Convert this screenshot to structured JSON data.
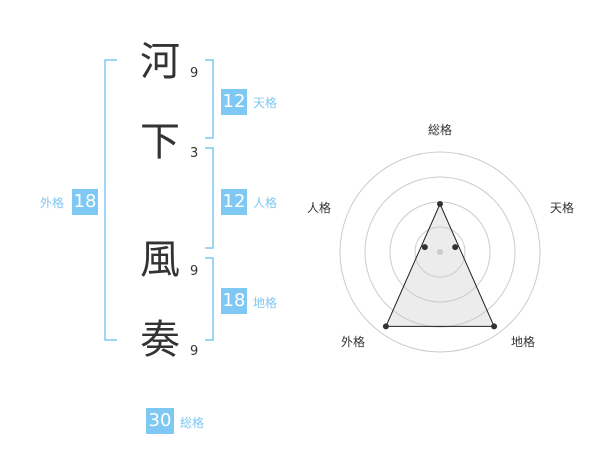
{
  "name_chars": [
    {
      "char": "河",
      "strokes": "9"
    },
    {
      "char": "下",
      "strokes": "3"
    },
    {
      "char": "風",
      "strokes": "9"
    },
    {
      "char": "奏",
      "strokes": "9"
    }
  ],
  "kakusu": {
    "tenkaku": {
      "value": "12",
      "label": "天格"
    },
    "jinkaku": {
      "value": "12",
      "label": "人格"
    },
    "chikaku": {
      "value": "18",
      "label": "地格"
    },
    "gaikaku": {
      "value": "18",
      "label": "外格"
    },
    "soukaku": {
      "value": "30",
      "label": "総格"
    }
  },
  "colors": {
    "accent": "#7fc8f3",
    "text": "#333333"
  },
  "chart_data": {
    "type": "radar",
    "axes": [
      "総格",
      "天格",
      "地格",
      "外格",
      "人格"
    ],
    "levels": 4,
    "values": [
      0.48,
      0.16,
      0.92,
      0.92,
      0.16
    ]
  }
}
